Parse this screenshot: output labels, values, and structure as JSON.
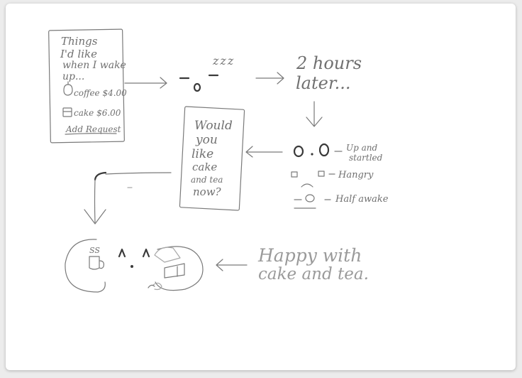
{
  "list_card": {
    "title_lines": [
      "Things",
      "I'd like",
      "when I wake",
      "up..."
    ],
    "items": [
      "coffee $4.00",
      "cake $6.00"
    ],
    "action": "Add Request"
  },
  "sleep": {
    "zzz": "zzz"
  },
  "time_note": {
    "lines": [
      "2 hours",
      "later..."
    ]
  },
  "states": [
    {
      "label_lines": [
        "Up and",
        "startled"
      ]
    },
    {
      "label_lines": [
        "Hangry"
      ]
    },
    {
      "label_lines": [
        "Half awake"
      ]
    }
  ],
  "question_card": {
    "lines": [
      "Would",
      "you",
      "like",
      "cake",
      "and tea",
      "now?"
    ]
  },
  "happy": {
    "lines": [
      "Happy with",
      "cake and tea."
    ],
    "cup_label": "SS"
  }
}
